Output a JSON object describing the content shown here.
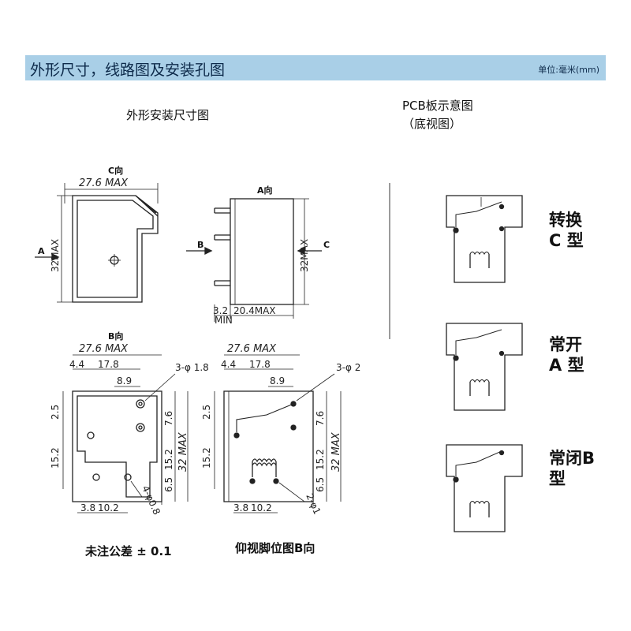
{
  "header": {
    "title": "外形尺寸，线路图及安装孔图",
    "unit": "单位:毫米(mm)"
  },
  "sections": {
    "outline": "外形安装尺寸图",
    "pcb_line1": "PCB板示意图",
    "pcb_line2": "（底视图）"
  },
  "views": {
    "c_view": "C向",
    "a_view": "A向",
    "b_view": "B向",
    "arrow_a": "A",
    "arrow_b": "B",
    "arrow_c": "C"
  },
  "dims": {
    "w276": "27.6 MAX",
    "h32": "32MAX",
    "h32i": "32 MAX",
    "d32": "3.2",
    "d204": "20.4MAX",
    "min": "MIN",
    "d44": "4.4",
    "d178": "17.8",
    "d89": "8.9",
    "hole18": "3-φ 1.8",
    "hole2": "3-φ 2",
    "d25": "2.5",
    "d76": "7.6",
    "d152": "15.2",
    "d65": "6.5",
    "d38": "3.8",
    "d102": "10.2",
    "hole08": "4-φ0.8",
    "hole1": "2-φ1"
  },
  "notes": {
    "tolerance": "未注公差 ± 0.1",
    "bottom_view": "仰视脚位图B向"
  },
  "types": [
    {
      "line1": "转换",
      "line2": "C 型"
    },
    {
      "line1": "常开",
      "line2": "A 型"
    },
    {
      "line1": "常闭B",
      "line2": "型"
    }
  ],
  "colors": {
    "header_bg": "#a9cfe7",
    "line": "#222222"
  }
}
